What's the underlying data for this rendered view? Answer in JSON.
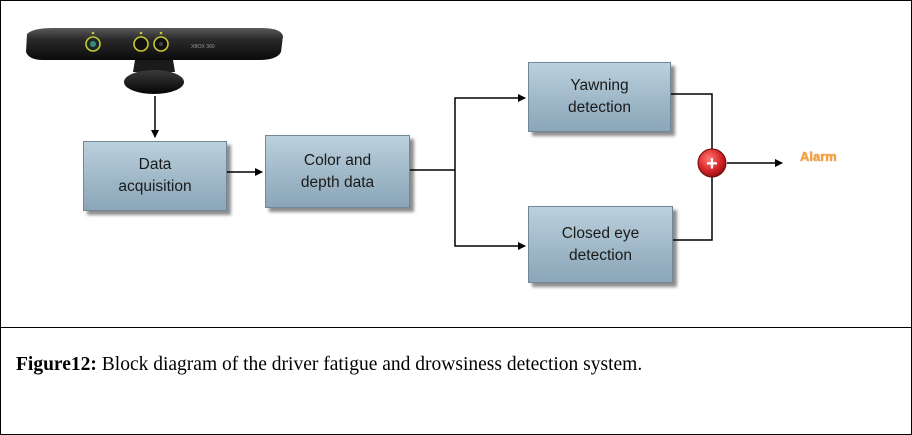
{
  "diagram": {
    "boxes": {
      "data_acquisition": "Data\nacquisition",
      "color_depth": "Color and\ndepth data",
      "yawning": "Yawning\ndetection",
      "closed_eye": "Closed eye\ndetection"
    },
    "sum_symbol": "+",
    "alarm_label": "Alarm",
    "sensor_text": "XBOX 360"
  },
  "caption": {
    "label": "Figure12:",
    "text": " Block diagram of the driver fatigue and drowsiness detection system."
  },
  "colors": {
    "box_fill": "#9fb8c8",
    "alarm": "#f7a23a",
    "sum_node": "#d9252a"
  }
}
